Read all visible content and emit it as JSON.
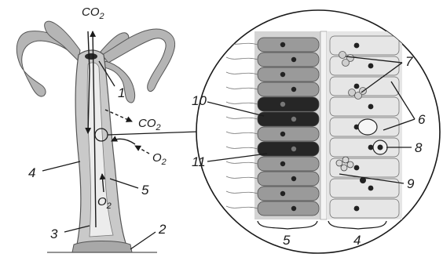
{
  "labels": {
    "n1": "1",
    "n2": "2",
    "n3": "3",
    "n4": "4",
    "n5": "5",
    "n6": "6",
    "n7": "7",
    "n8": "8",
    "n9": "9",
    "n10": "10",
    "n11": "11",
    "bracket_5": "5",
    "bracket_4": "4"
  },
  "gases": {
    "co2_top": "CO",
    "co2_top_sub": "2",
    "co2_right": "CO",
    "co2_right_sub": "2",
    "o2_right": "O",
    "o2_right_sub": "2",
    "o2_inner": "O",
    "o2_inner_sub": "2"
  },
  "colors": {
    "body_fill": "#c9c9c9",
    "tentacle_fill": "#b5b5b5",
    "ectoderm_cell": "#9a9a9a",
    "dark_cell": "#262626",
    "endoderm_fill": "#e6e6e6",
    "outline": "#1a1a1a"
  }
}
